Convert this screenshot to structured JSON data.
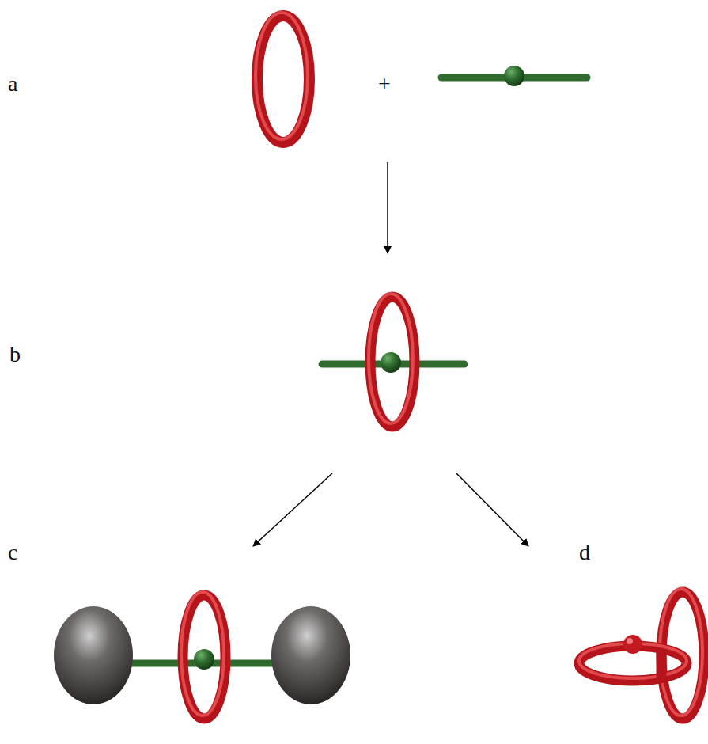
{
  "diagram": {
    "labels": [
      "a",
      "+",
      "b",
      "c",
      "d"
    ]
  }
}
